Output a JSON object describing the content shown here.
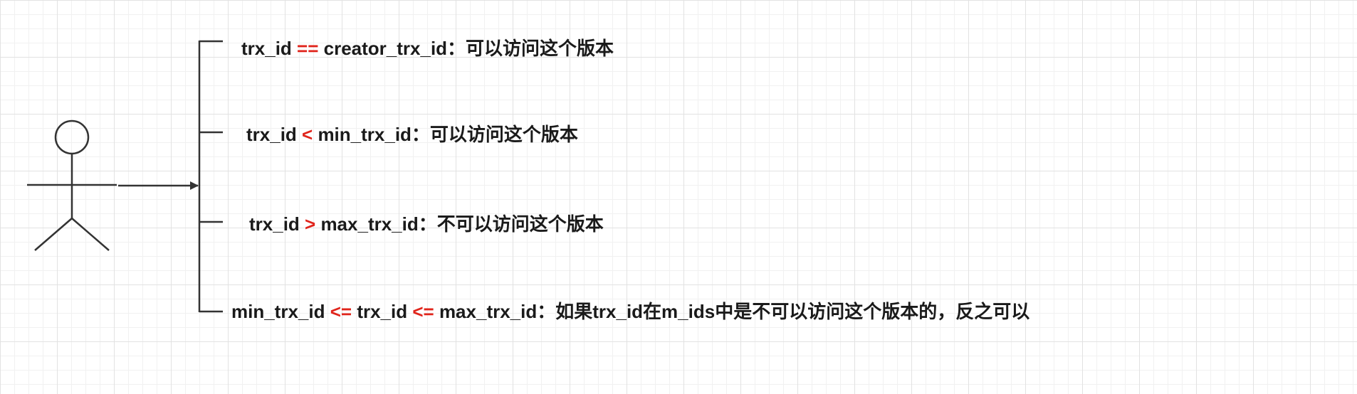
{
  "colors": {
    "line": "#333333",
    "text": "#1a1a1a",
    "operator": "#e0241b",
    "grid": "#e2e2e2"
  },
  "actor": {
    "icon": "stick-figure-actor-icon"
  },
  "rules": [
    {
      "id": "equal-creator",
      "parts": [
        {
          "text": "trx_id ",
          "op": false
        },
        {
          "text": "==",
          "op": true
        },
        {
          "text": " creator_trx_id：可以访问这个版本",
          "op": false
        }
      ]
    },
    {
      "id": "less-than-min",
      "parts": [
        {
          "text": "trx_id ",
          "op": false
        },
        {
          "text": "<",
          "op": true
        },
        {
          "text": " min_trx_id：可以访问这个版本",
          "op": false
        }
      ]
    },
    {
      "id": "greater-than-max",
      "parts": [
        {
          "text": "trx_id ",
          "op": false
        },
        {
          "text": ">",
          "op": true
        },
        {
          "text": " max_trx_id：不可以访问这个版本",
          "op": false
        }
      ]
    },
    {
      "id": "between-min-max",
      "parts": [
        {
          "text": "min_trx_id ",
          "op": false
        },
        {
          "text": "<=",
          "op": true
        },
        {
          "text": " trx_id ",
          "op": false
        },
        {
          "text": "<=",
          "op": true
        },
        {
          "text": " max_trx_id：如果trx_id在m_ids中是不可以访问这个版本的，反之可以",
          "op": false
        }
      ]
    }
  ]
}
